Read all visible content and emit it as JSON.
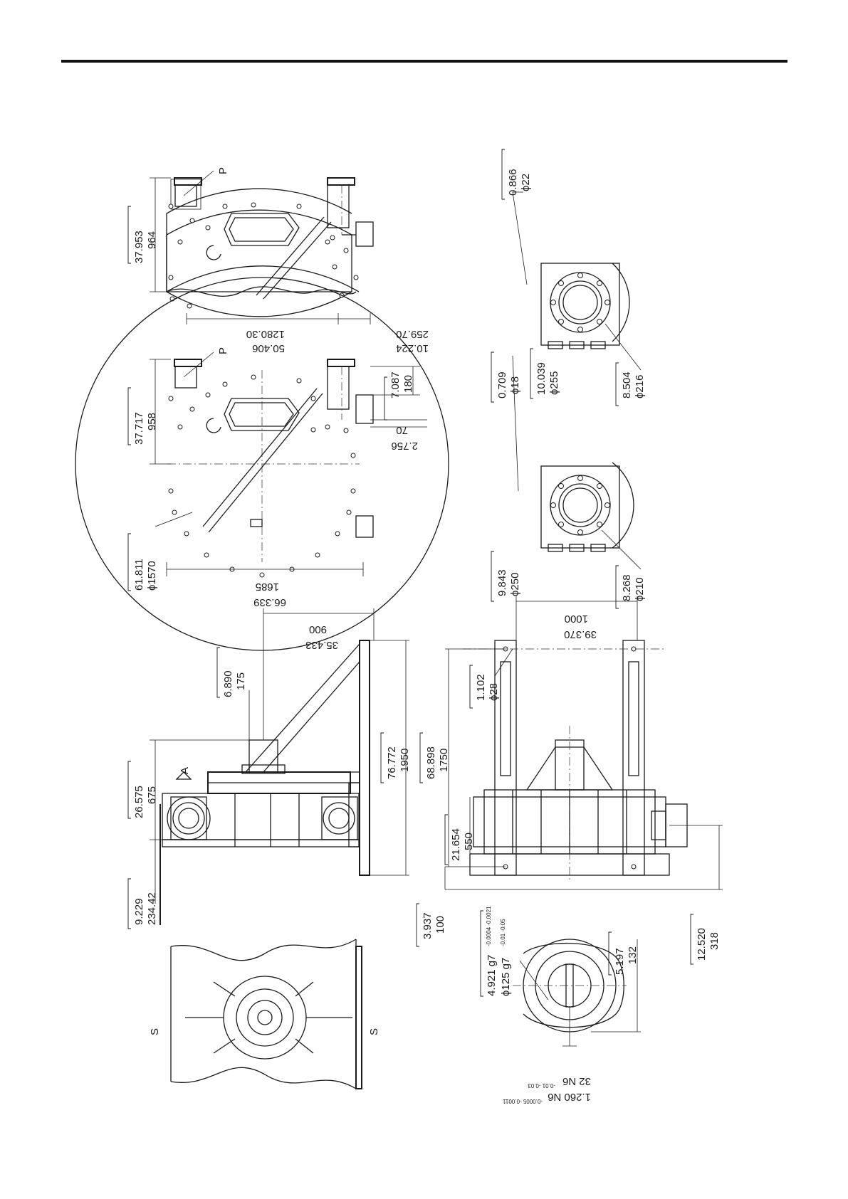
{
  "labels": {
    "section_s_1": "S",
    "section_s_2": "S",
    "port_p_1": "P",
    "port_p_2": "P",
    "view_arrow": "A"
  },
  "dimensions": {
    "d_37_953": "37.953",
    "d_964": "964",
    "d_37_717": "37.717",
    "d_958": "958",
    "d_61_811": "61.811",
    "d_1570": "ϕ1570",
    "d_66_339": "66.339",
    "d_1685": "1685",
    "d_50_406": "50.406",
    "d_1280_30": "1280.30",
    "d_10_224": "10.224",
    "d_259_70": "259.70",
    "d_7_087": "7.087",
    "d_180": "180",
    "d_2_756": "2.756",
    "d_70": "70",
    "d_26_575": "26.575",
    "d_675": "675",
    "d_6_890": "6.890",
    "d_175": "175",
    "d_35_433": "35.433",
    "d_900": "900",
    "d_76_772": "76.772",
    "d_1950": "1950",
    "d_9_229": "9.229",
    "d_234_42": "234.42",
    "d_0_866": "0.866",
    "d_22": "ϕ22",
    "d_0_709": "0.709",
    "d_18": "ϕ18",
    "d_10_039": "10.039",
    "d_255": "ϕ255",
    "d_8_504": "8.504",
    "d_216": "ϕ216",
    "d_9_843": "9.843",
    "d_250": "ϕ250",
    "d_8_268": "8.268",
    "d_210": "ϕ210",
    "d_39_370": "39.370",
    "d_1000": "1000",
    "d_1_102": "1.102",
    "d_28": "ϕ28",
    "d_68_898": "68.898",
    "d_1750": "1750",
    "d_21_654": "21.654",
    "d_550": "550",
    "d_3_937": "3.937",
    "d_100": "100",
    "d_4_921": "4.921 g7",
    "d_4_921_tol": "-0.0004 -0.0021",
    "d_125": "ϕ125 g7",
    "d_125_tol": "-0.01 -0.05",
    "d_5_197": "5.197",
    "d_132": "132",
    "d_12_520": "12.520",
    "d_318": "318",
    "d_32": "32 N6",
    "d_32_tol": "-0.01 -0.03",
    "d_1_260": "1.260 N6",
    "d_1_260_tol": "-0.0005 -0.0011"
  }
}
